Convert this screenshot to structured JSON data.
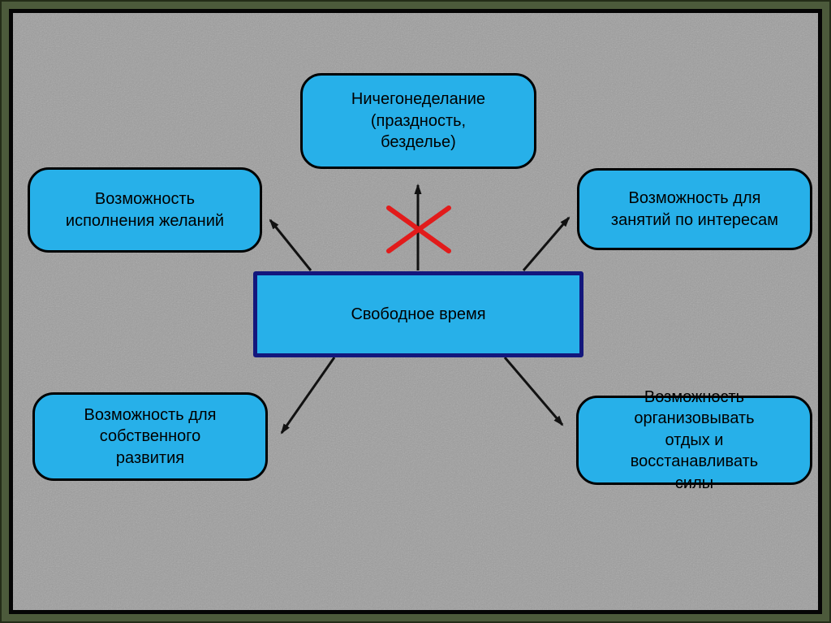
{
  "slide": {
    "type": "presentation-slide-diagram",
    "palette": {
      "frame_green": "#4c5a3b",
      "inner_frame": "#050505",
      "background_gray": "#9d9d9d",
      "node_fill": "#27b0e9",
      "node_border": "#000000",
      "center_node_border": "#13177c",
      "arrow_color": "#111111",
      "cross_color": "#e21b1b",
      "text_color": "#000000"
    }
  },
  "diagram": {
    "center": {
      "id": "free-time",
      "label": "Свободное время"
    },
    "nodes": [
      {
        "id": "idleness",
        "label": "Ничегонеделание\n(праздность,\nбезделье)",
        "crossed_out": true
      },
      {
        "id": "wishes",
        "label": "Возможность\nисполнения желаний",
        "crossed_out": false
      },
      {
        "id": "interests",
        "label": "Возможность для\nзанятий по интересам",
        "crossed_out": false
      },
      {
        "id": "development",
        "label": "Возможность для\nсобственного\nразвития",
        "crossed_out": false
      },
      {
        "id": "rest",
        "label": "Возможность\nорганизовывать\nотдых и\nвосстанавливать\nсилы",
        "crossed_out": false
      }
    ],
    "edges": [
      {
        "from": "free-time",
        "to": "idleness",
        "style": "crossed-out"
      },
      {
        "from": "free-time",
        "to": "wishes",
        "style": "normal"
      },
      {
        "from": "free-time",
        "to": "interests",
        "style": "normal"
      },
      {
        "from": "free-time",
        "to": "development",
        "style": "normal"
      },
      {
        "from": "free-time",
        "to": "rest",
        "style": "normal"
      }
    ]
  }
}
